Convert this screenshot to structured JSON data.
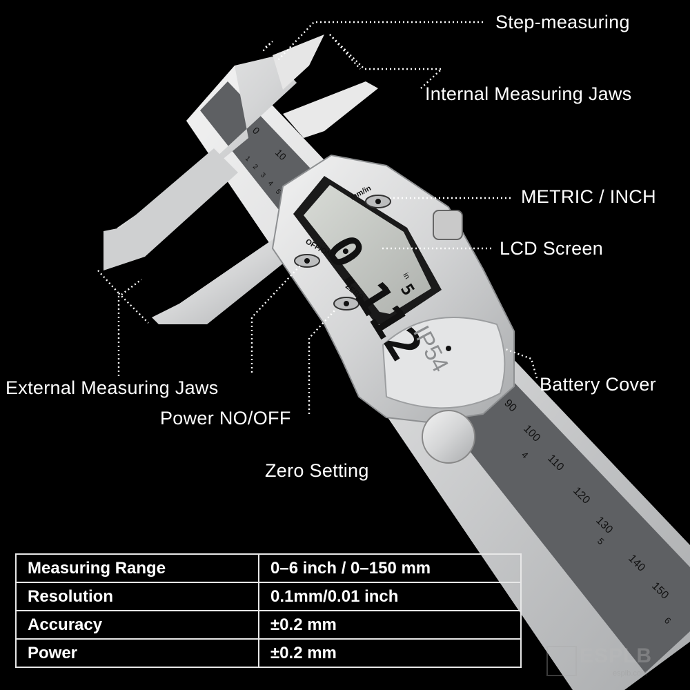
{
  "callouts": {
    "step_measuring": "Step-measuring",
    "internal_jaws": "Internal Measuring Jaws",
    "metric_inch": "METRIC / INCH",
    "lcd_screen": "LCD Screen",
    "battery_cover": "Battery Cover",
    "external_jaws": "External Measuring Jaws",
    "power": "Power NO/OFF",
    "zero_setting": "Zero Setting"
  },
  "device": {
    "display_reading": "0.112",
    "display_fraction": "5",
    "display_unit": "in",
    "unit_button_label": "mm/in",
    "power_button_label": "OFF/ON",
    "zero_button_label": "ZERO",
    "ip_rating": "IP54",
    "scale_top_numbers": [
      "0",
      "10"
    ],
    "scale_top_inch": [
      "1",
      "2",
      "3",
      "4",
      "5"
    ],
    "scale_bottom_numbers": [
      "90",
      "100",
      "110",
      "120",
      "130",
      "140",
      "150"
    ],
    "scale_bottom_inch": [
      "4",
      "5",
      "6"
    ]
  },
  "specs": {
    "rows": [
      {
        "label": "Measuring Range",
        "value": "0–6 inch / 0–150 mm"
      },
      {
        "label": "Resolution",
        "value": "0.1mm/0.01 inch"
      },
      {
        "label": "Accuracy",
        "value": "±0.2 mm"
      },
      {
        "label": "Power",
        "value": "±0.2 mm"
      }
    ]
  },
  "watermark": {
    "brand": "ESPLB",
    "sub": "esplb.com"
  },
  "colors": {
    "background": "#000000",
    "text": "#ffffff",
    "steel": "#d9dadb",
    "scale_gray": "#5e6063",
    "lcd": "#c9ccc8"
  }
}
